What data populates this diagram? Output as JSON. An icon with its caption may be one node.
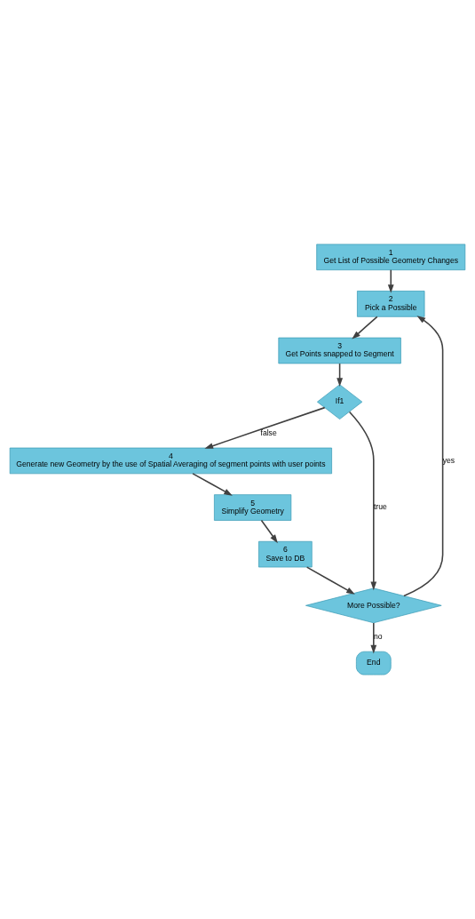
{
  "diagram": {
    "nodes": [
      {
        "text": [
          "1",
          "Get List of Possible Geometry Changes"
        ]
      },
      {
        "text": [
          "2",
          "Pick a Possible"
        ]
      },
      {
        "text": [
          "3",
          "Get Points snapped to Segment"
        ]
      },
      {
        "text": [
          "If1"
        ]
      },
      {
        "text": [
          "4",
          "Generate new Geometry by the use of Spatial Averaging of segment points with user points"
        ]
      },
      {
        "text": [
          "5",
          "Simplify Geometry"
        ]
      },
      {
        "text": [
          "6",
          "Save to DB"
        ]
      },
      {
        "text": [
          "More Possible?"
        ]
      },
      {
        "text": [
          "End"
        ]
      }
    ],
    "edges": [
      {
        "from": 0,
        "to": 1,
        "arrow": "to"
      },
      {
        "from": 1,
        "to": 2,
        "arrow": "to"
      },
      {
        "from": 2,
        "to": 3,
        "arrow": "to"
      },
      {
        "from": 3,
        "to": 4,
        "arrow": "to",
        "label": "false"
      },
      {
        "from": 3,
        "to": 7,
        "arrow": "to",
        "label": "true"
      },
      {
        "from": 4,
        "to": 5,
        "arrow": "to"
      },
      {
        "from": 5,
        "to": 6,
        "arrow": "to"
      },
      {
        "from": 6,
        "to": 7,
        "arrow": "to"
      },
      {
        "from": 7,
        "to": 1,
        "arrow": "to",
        "label": "yes"
      },
      {
        "from": 7,
        "to": 8,
        "arrow": "to",
        "label": "no"
      }
    ]
  }
}
